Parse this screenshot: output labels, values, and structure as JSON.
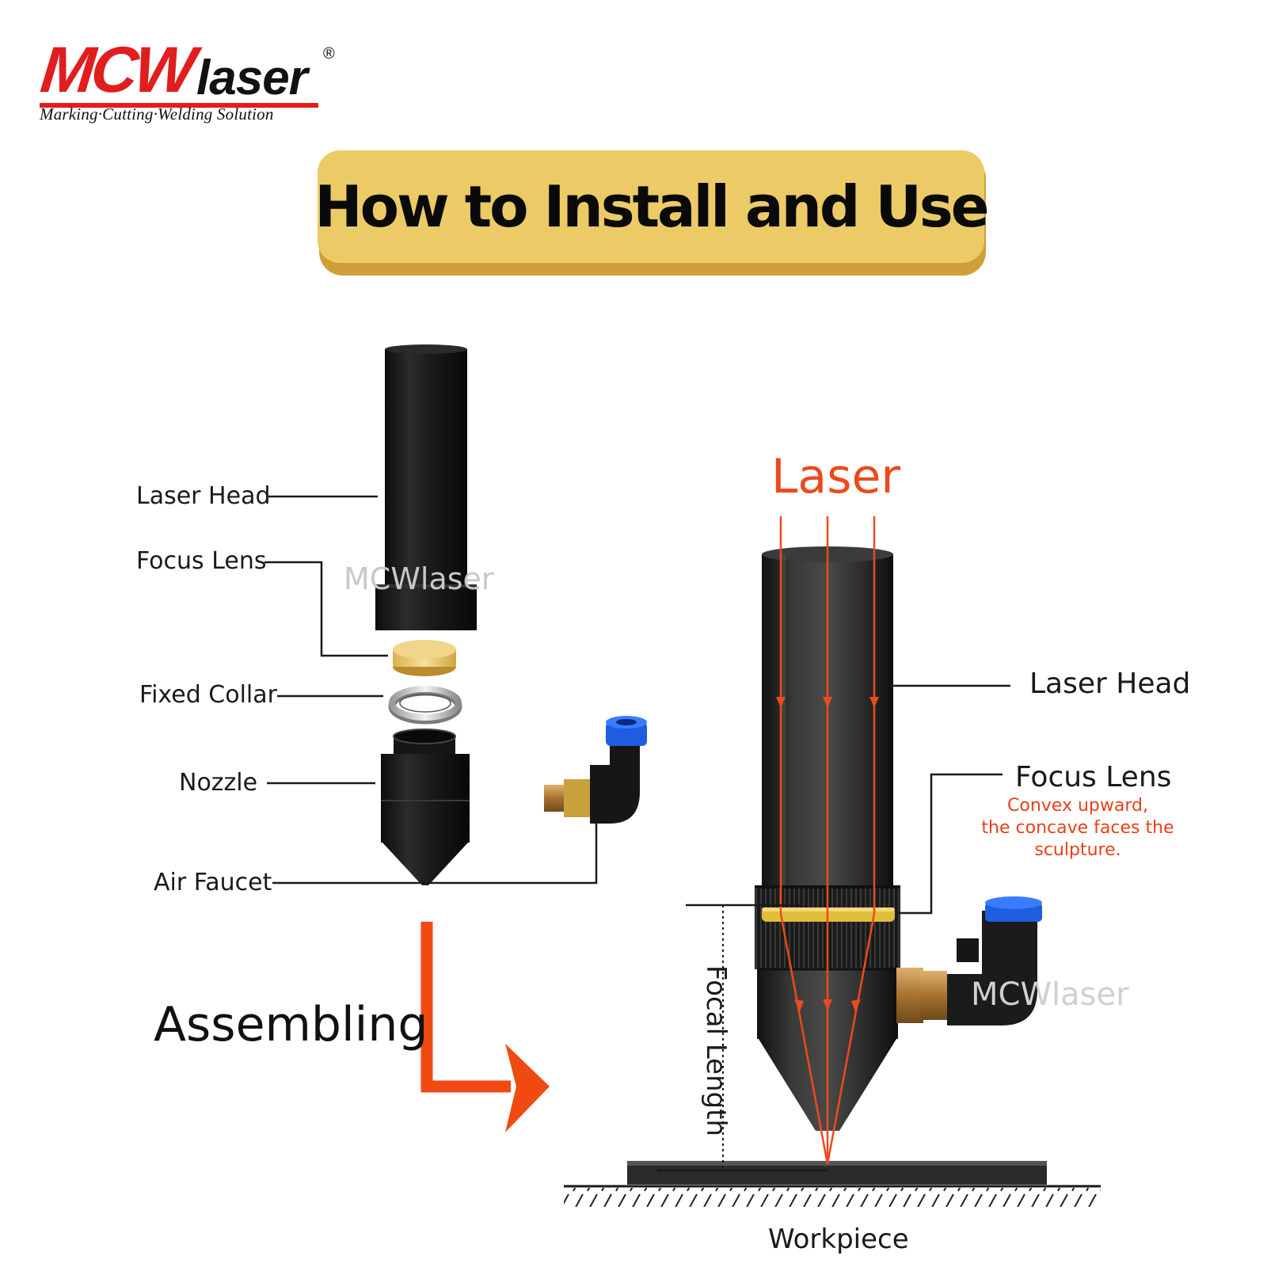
{
  "logo": {
    "brand_red": "MCW",
    "brand_black": "laser",
    "registered_mark": "®",
    "tagline": "Marking·Cutting·Welding Solution"
  },
  "title": "How to Install and Use",
  "exploded_view": {
    "labels": {
      "laser_head": "Laser Head",
      "focus_lens": "Focus Lens",
      "fixed_collar": "Fixed Collar",
      "nozzle": "Nozzle",
      "air_faucet": "Air Faucet"
    },
    "watermark": "MCWlaser"
  },
  "assembling_label": "Assembling",
  "assembled_view": {
    "laser_label": "Laser",
    "laser_head_label": "Laser Head",
    "focus_lens_label": "Focus Lens",
    "focus_lens_note": [
      "Convex upward,",
      "the concave faces the",
      "sculpture."
    ],
    "focal_length_label": "Focal Length",
    "workpiece_label": "Workpiece",
    "watermark": "MCWlaser"
  },
  "colors": {
    "brand_red": "#e01e1e",
    "banner_gold": "#eccb66",
    "laser_orange": "#ec4a1c",
    "arrow_orange": "#f04a12",
    "lens_yellow": "#e9c95a"
  }
}
